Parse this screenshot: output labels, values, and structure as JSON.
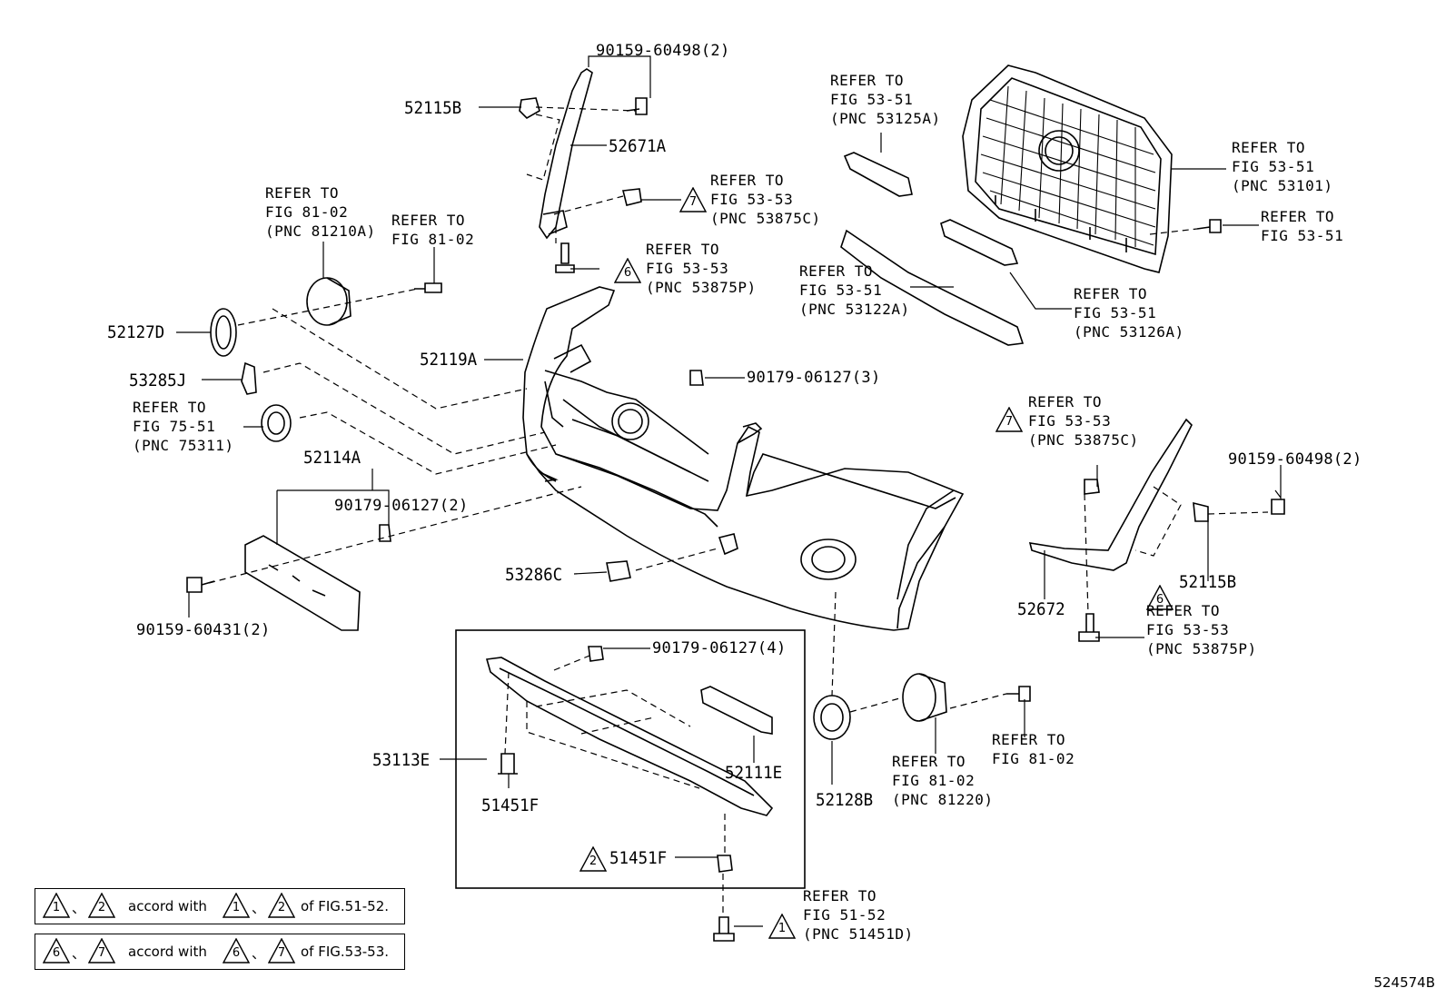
{
  "parts": {
    "p52115B_top": "52115B",
    "p52671A": "52671A",
    "p90159_60498_top": "90159-60498(2)",
    "p52127D": "52127D",
    "p53285J": "53285J",
    "p52119A": "52119A",
    "p90179_06127_3": "90179-06127(3)",
    "p52114A": "52114A",
    "p90179_06127_2": "90179-06127(2)",
    "p90159_60431": "90159-60431(2)",
    "p53286C": "53286C",
    "p90179_06127_4": "90179-06127(4)",
    "p53113E": "53113E",
    "p52111E": "52111E",
    "p51451F_left": "51451F",
    "p51451F_bottom": "51451F",
    "p52128B": "52128B",
    "p52672": "52672",
    "p52115B_right": "52115B",
    "p90159_60498_right": "90159-60498(2)"
  },
  "refs": {
    "r_81210A": "REFER TO\nFIG 81-02\n(PNC 81210A)",
    "r_81_02_a": "REFER TO\nFIG 81-02",
    "r_53875C_top": "REFER TO\nFIG 53-53\n(PNC 53875C)",
    "r_53875P_top": "REFER TO\nFIG 53-53\n(PNC 53875P)",
    "r_53125A": "REFER TO\nFIG 53-51\n(PNC 53125A)",
    "r_53101": "REFER TO\nFIG 53-51\n(PNC 53101)",
    "r_53_51_bolt": "REFER TO\nFIG 53-51",
    "r_53122A": "REFER TO\nFIG 53-51\n(PNC 53122A)",
    "r_53126A": "REFER TO\nFIG 53-51\n(PNC 53126A)",
    "r_75311": "REFER TO\nFIG 75-51\n(PNC 75311)",
    "r_53875C_right": "REFER TO\nFIG 53-53\n(PNC 53875C)",
    "r_53875P_right": "REFER TO\nFIG 53-53\n(PNC 53875P)",
    "r_81220": "REFER TO\nFIG 81-02\n(PNC 81220)",
    "r_81_02_b": "REFER TO\nFIG 81-02",
    "r_51451D": "REFER TO\nFIG 51-52\n(PNC 51451D)"
  },
  "triangles": {
    "t7_top": "7",
    "t6_top": "6",
    "t7_right": "7",
    "t6_right": "6",
    "t2_clip": "2",
    "t1_bottom": "1"
  },
  "notes": {
    "note1": {
      "a": "1",
      "b": "2",
      "sep": "、",
      "mid": "accord with",
      "c": "1",
      "d": "2",
      "tail": "of FIG.51-52."
    },
    "note2": {
      "a": "6",
      "b": "7",
      "sep": "、",
      "mid": "accord with",
      "c": "6",
      "d": "7",
      "tail": "of FIG.53-53."
    }
  },
  "doc_id": "524574B"
}
